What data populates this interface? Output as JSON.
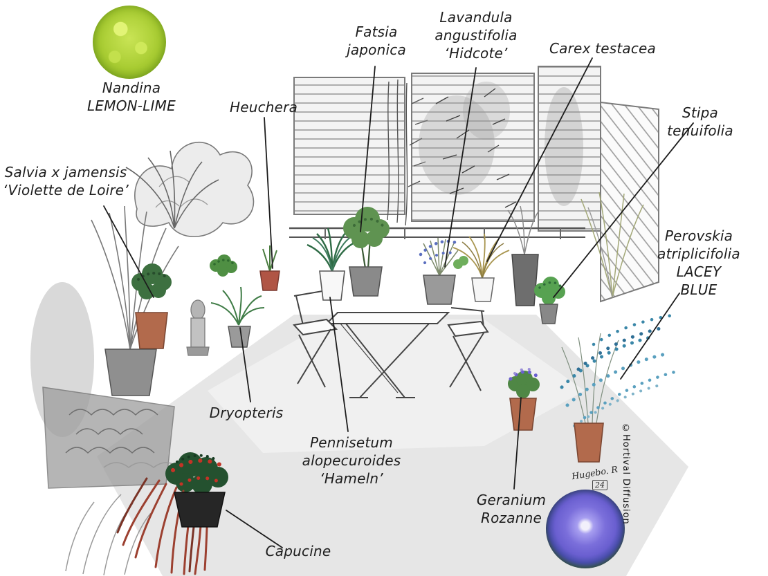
{
  "labels": {
    "nandina": "Nandina\nLEMON-LIME",
    "salvia": "Salvia x jamensis\n‘Violette de Loire’",
    "heuchera": "Heuchera",
    "fatsia": "Fatsia\njaponica",
    "lavandula": "Lavandula\nangustifolia\n‘Hidcote’",
    "carex": "Carex testacea",
    "stipa": "Stipa tenuifolia",
    "perovskia": "Perovskia\natriplicifolia\nLACEY BLUE",
    "dryopteris": "Dryopteris",
    "pennisetum": "Pennisetum\nalopecuroides\n‘Hameln’",
    "capucine": "Capucine",
    "geranium": "Geranium\nRozanne"
  },
  "credit": "©Hortival Diffusion",
  "signature": {
    "name": "Hugebo. R",
    "year": "24"
  },
  "colors": {
    "ink": "#1c1c1c",
    "nandina_lime": "#a8cc32",
    "geranium_violet": "#6a5fd0",
    "perovskia_blue": "#3a87a8",
    "capucine_red": "#c43326",
    "terracotta": "#b26a4c"
  }
}
